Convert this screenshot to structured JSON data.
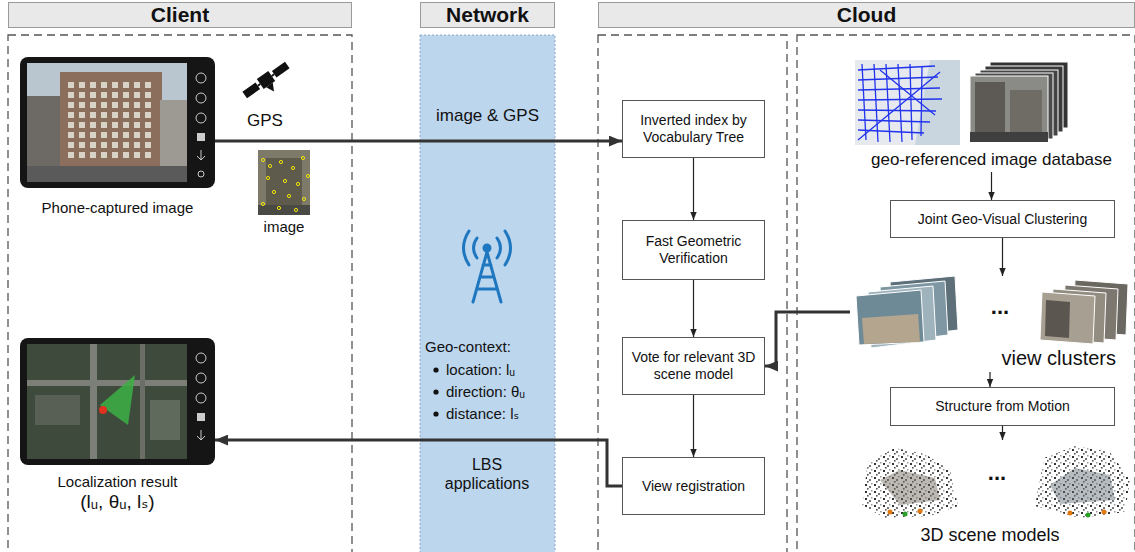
{
  "diagram": {
    "nodes": [
      {
        "text": [
          "Client"
        ]
      },
      {
        "text": [
          "Network"
        ]
      },
      {
        "text": [
          "Cloud"
        ]
      },
      {
        "text": [
          "Phone-captured image"
        ]
      },
      {
        "text": [
          "Localization result",
          "(lᵤ, θᵤ, lₛ)"
        ]
      },
      {
        "text": [
          "Inverted index by Vocabulary Tree"
        ]
      },
      {
        "text": [
          "Fast Geometric Verification"
        ]
      },
      {
        "text": [
          "Vote for relevant 3D scene model"
        ]
      },
      {
        "text": [
          "View registration"
        ]
      },
      {
        "text": [
          "geo-referenced image database"
        ]
      },
      {
        "text": [
          "Joint Geo-Visual Clustering"
        ]
      },
      {
        "text": [
          "view clusters"
        ]
      },
      {
        "text": [
          "Structure from Motion"
        ]
      },
      {
        "text": [
          "3D scene models"
        ]
      }
    ],
    "edges": [
      {
        "from": 3,
        "to": 5,
        "label": "image & GPS",
        "arrow": "to"
      },
      {
        "from": 5,
        "to": 6,
        "arrow": "to"
      },
      {
        "from": 6,
        "to": 7,
        "arrow": "to"
      },
      {
        "from": 7,
        "to": 8,
        "arrow": "to"
      },
      {
        "from": 8,
        "to": 4,
        "arrow": "to"
      },
      {
        "from": 11,
        "to": 7,
        "arrow": "to"
      },
      {
        "from": 9,
        "to": 10,
        "arrow": "to"
      },
      {
        "from": 10,
        "to": 11,
        "arrow": "to"
      },
      {
        "from": 11,
        "to": 12,
        "arrow": "to"
      },
      {
        "from": 12,
        "to": 13,
        "arrow": "to"
      }
    ],
    "labels": [
      "GPS",
      "image",
      "Geo-context:",
      "location: lᵤ",
      "direction: θᵤ",
      "distance: lₛ",
      "LBS applications",
      "...",
      "..."
    ]
  }
}
